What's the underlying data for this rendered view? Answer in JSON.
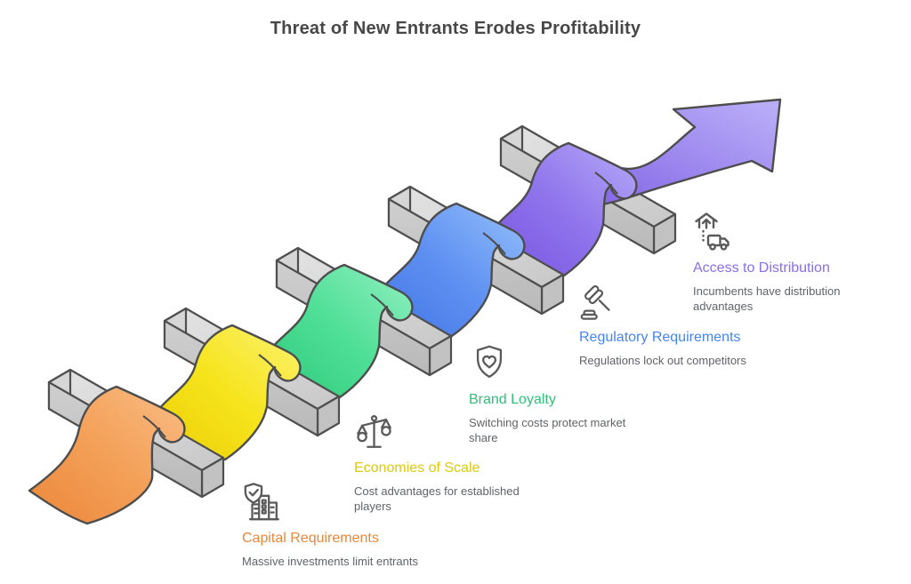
{
  "title": "Threat of New Entrants Erodes Profitability",
  "stages": [
    {
      "label": "Capital Requirements",
      "description": "Massive investments limit entrants",
      "label_color": "#e8883b",
      "ribbon_color": "#f4a058",
      "icon": "shield-check-building-icon"
    },
    {
      "label": "Economies of Scale",
      "description": "Cost advantages for established players",
      "label_color": "#dfc90d",
      "ribbon_color": "#f6e41c",
      "icon": "balance-scale-icon"
    },
    {
      "label": "Brand Loyalty",
      "description": "Switching costs protect market share",
      "label_color": "#30bf78",
      "ribbon_color": "#4fdf96",
      "icon": "shield-heart-icon"
    },
    {
      "label": "Regulatory Requirements",
      "description": "Regulations lock out competitors",
      "label_color": "#4486f0",
      "ribbon_color": "#5f91f2",
      "icon": "gavel-icon"
    },
    {
      "label": "Access to Distribution",
      "description": "Incumbents have distribution advantages",
      "label_color": "#8a6ee9",
      "ribbon_color": "#8f74ec",
      "icon": "warehouse-truck-icon"
    }
  ],
  "ribbon": {
    "arrow_color": "#a696f3",
    "bar_color": "#cfcfcf",
    "outline_color": "#4d4d4d"
  }
}
